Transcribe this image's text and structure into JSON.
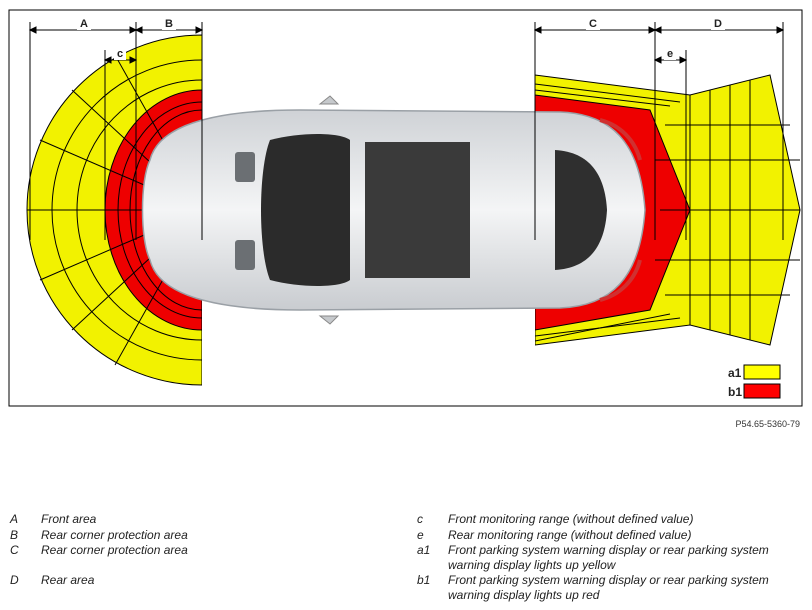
{
  "diagram": {
    "dimension_labels": {
      "A": "A",
      "B": "B",
      "c": "c",
      "C": "C",
      "D": "D",
      "e": "e"
    },
    "legend_swatches": [
      {
        "key": "a1",
        "color": "#ffff00"
      },
      {
        "key": "b1",
        "color": "#ff0000"
      }
    ],
    "colors": {
      "yellow": "#f2f200",
      "red": "#ee0000",
      "outline": "#000000"
    }
  },
  "reference": "P54.65-5360-79",
  "legend": {
    "left": [
      {
        "symbol": "A",
        "text": "Front area"
      },
      {
        "symbol": "B",
        "text": "Rear corner protection area"
      },
      {
        "symbol": "C",
        "text": "Rear corner protection area"
      },
      {
        "symbol": "D",
        "text": "Rear area"
      }
    ],
    "right": [
      {
        "symbol": "c",
        "text": "Front monitoring range (without defined value)"
      },
      {
        "symbol": "e",
        "text": "Rear monitoring range (without defined value)"
      },
      {
        "symbol": "a1",
        "text": "Front parking system warning display or rear parking system warning display lights up yellow"
      },
      {
        "symbol": "b1",
        "text": "Front parking system warning display or rear parking system warning display lights up red"
      }
    ]
  }
}
